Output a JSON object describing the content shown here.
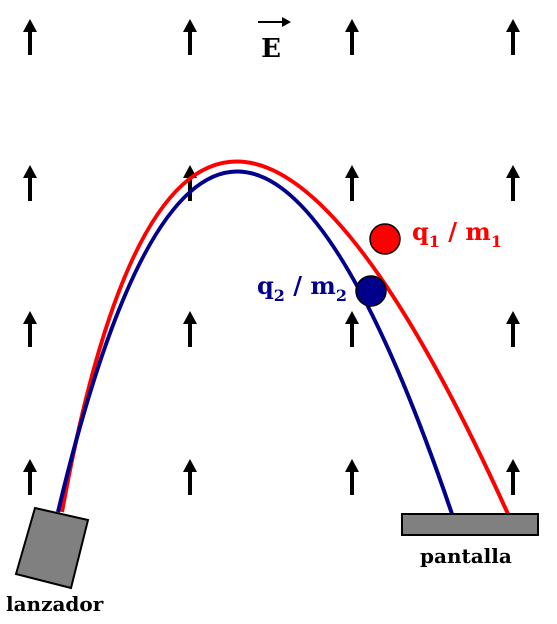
{
  "field": {
    "label": "E",
    "arrow_icon": "up-arrow-icon",
    "arrow_color": "#000000"
  },
  "particle_1": {
    "q": "q",
    "q_sub": "1",
    "sep": " / ",
    "m": "m",
    "m_sub": "1",
    "color": "#ff0000"
  },
  "particle_2": {
    "q": "q",
    "q_sub": "2",
    "sep": " / ",
    "m": "m",
    "m_sub": "2",
    "color": "#00008b"
  },
  "launcher": {
    "label": "lanzador",
    "color": "#808080"
  },
  "screen": {
    "label": "pantalla",
    "color": "#808080"
  }
}
